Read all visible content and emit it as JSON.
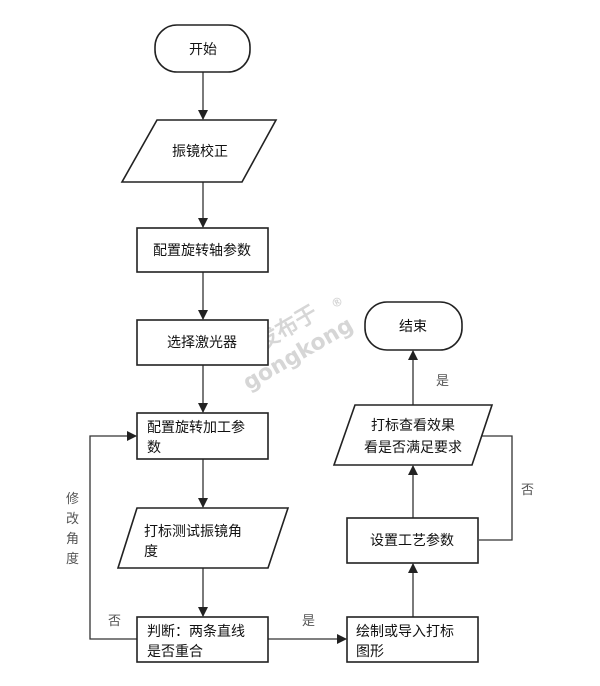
{
  "nodes": {
    "start": "开始",
    "galvo_calibration": "振镜校正",
    "rotary_axis_params": "配置旋转轴参数",
    "select_laser": "选择激光器",
    "rotary_process_params_1": "配置旋转加工参",
    "rotary_process_params_2": "数",
    "mark_test_angle_1": "打标测试振镜角",
    "mark_test_angle_2": "度",
    "decision_1": "判断：两条直线",
    "decision_2": "是否重合",
    "draw_import_1": "绘制或导入打标",
    "draw_import_2": "图形",
    "set_process_params": "设置工艺参数",
    "check_effect_1": "打标查看效果",
    "check_effect_2": "看是否满足要求",
    "end": "结束"
  },
  "edges": {
    "no_left": "否",
    "modify_angle": [
      "修",
      "改",
      "角",
      "度"
    ],
    "yes_right": "是",
    "yes_up": "是",
    "no_right": "否"
  },
  "watermark": {
    "line1": "发布于",
    "line2": "gongkong",
    "mark": "®"
  }
}
